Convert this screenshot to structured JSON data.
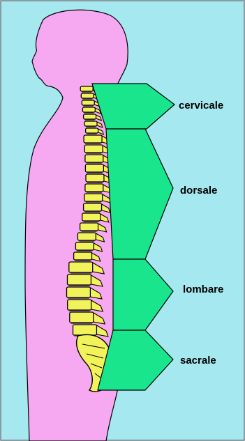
{
  "diagram": {
    "regions": [
      {
        "id": "cervical",
        "label": "cervicale"
      },
      {
        "id": "thoracic",
        "label": "dorsale"
      },
      {
        "id": "lumbar",
        "label": "lombare"
      },
      {
        "id": "sacral",
        "label": "sacrale"
      }
    ]
  },
  "colors": {
    "background": "#A6E8F0",
    "body": "#F6A8F0",
    "region_fill": "#19E68C",
    "bone": "#F2F25A",
    "outline": "#000000"
  }
}
